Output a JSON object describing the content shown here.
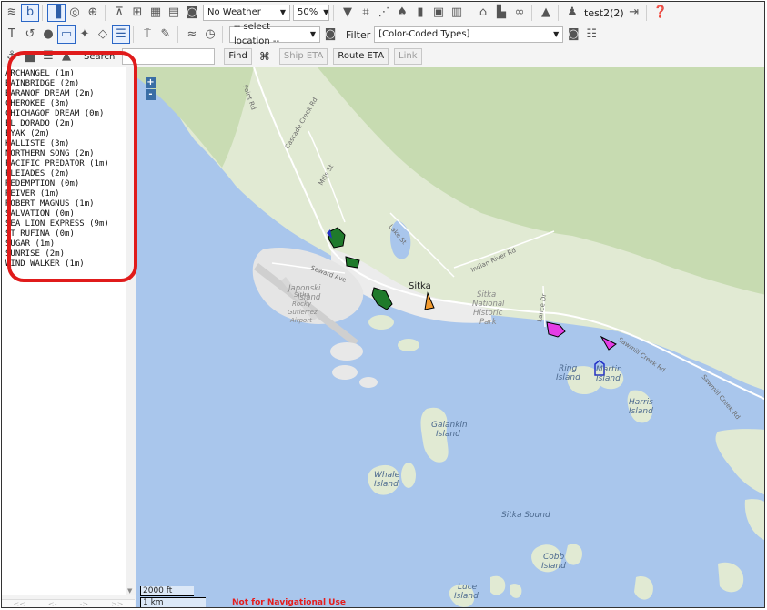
{
  "toolbar1": {
    "weather_select": "No Weather",
    "opacity_select": "50%",
    "user": "test2(2)"
  },
  "toolbar2": {
    "location_select": "-- select location --",
    "filter_label": "Filter",
    "filter_select": "[Color-Coded Types]"
  },
  "toolbar3": {
    "search_label": "Search",
    "search_value": "",
    "find": "Find",
    "ship_eta": "Ship ETA",
    "route_eta": "Route ETA",
    "link": "Link"
  },
  "vessels": [
    "ARCHANGEL (1m)",
    "BAINBRIDGE (2m)",
    "BARANOF DREAM (2m)",
    "CHEROKEE (3m)",
    "CHICHAGOF DREAM (0m)",
    "EL DORADO (2m)",
    "EYAK (2m)",
    "KALLISTE (3m)",
    "NORTHERN SONG (2m)",
    "PACIFIC PREDATOR (1m)",
    "PLEIADES (2m)",
    "REDEMPTION (0m)",
    "REIVER (1m)",
    "ROBERT MAGNUS (1m)",
    "SALVATION (0m)",
    "SEA LION EXPRESS (9m)",
    "ST RUFINA (0m)",
    "SUGAR (1m)",
    "SUNRISE (2m)",
    "WIND WALKER (1m)"
  ],
  "pager": [
    "<<",
    "<-",
    "->",
    ">>"
  ],
  "map": {
    "zoom_in": "+",
    "zoom_out": "-",
    "scale_ft": "2000 ft",
    "scale_km": "1 km",
    "warning": "Not for Navigational Use",
    "labels": {
      "sitka": "Sitka",
      "japonski1": "Japonski",
      "japonski2": "Island",
      "airport1": "Sitka",
      "airport2": "Rocky",
      "airport3": "Gutierrez",
      "airport4": "Airport",
      "park1": "Sitka",
      "park2": "National",
      "park3": "Historic",
      "park4": "Park",
      "ring1": "Ring",
      "ring2": "Island",
      "martin1": "Martin",
      "martin2": "Island",
      "harris1": "Harris",
      "harris2": "Island",
      "galankin1": "Galankin",
      "galankin2": "Island",
      "whale1": "Whale",
      "whale2": "Island",
      "sound": "Sitka Sound",
      "cobb1": "Cobb",
      "cobb2": "Island",
      "luce1": "Luce",
      "luce2": "Island",
      "road_cascade": "Cascade Creek Rd",
      "road_mills": "Mills St",
      "road_lake": "Lake St",
      "road_indian": "Indian River Rd",
      "road_seward": "Seward Ave",
      "road_lance": "Lance Dr",
      "road_sawmill1": "Sawmill Creek Rd",
      "road_sawmill2": "Sawmill Creek Rd",
      "road_point": "Point Rd"
    }
  },
  "colors": {
    "water": "#a9c6ec",
    "land": "#e1ead3",
    "forest": "#c7dbb1",
    "urban": "#eeeeee",
    "vessel_green": "#1f7a2b",
    "vessel_magenta": "#e53de6",
    "vessel_orange": "#f29a2e",
    "highlight": "#e01b1b"
  }
}
